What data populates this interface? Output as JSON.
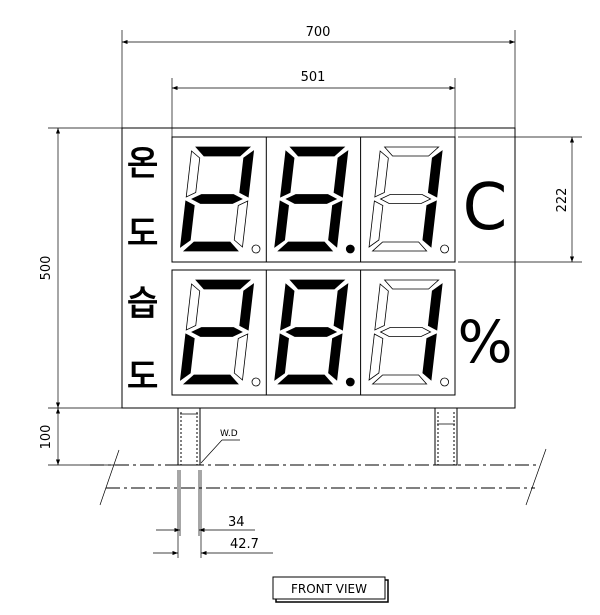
{
  "dimensions": {
    "overall_width": "700",
    "display_width": "501",
    "overall_height": "500",
    "post_height": "100",
    "row_height": "222",
    "post_inner": "34",
    "post_outer": "42.7"
  },
  "labels": {
    "temperature": [
      "온",
      "도"
    ],
    "humidity": [
      "습",
      "도"
    ],
    "weld_note": "W.D",
    "view_title": "FRONT VIEW"
  },
  "readouts": [
    {
      "name": "temperature",
      "digits": "281",
      "decimal_after": 2,
      "unit": "C"
    },
    {
      "name": "humidity",
      "digits": "281",
      "decimal_after": 2,
      "unit": "%"
    }
  ]
}
